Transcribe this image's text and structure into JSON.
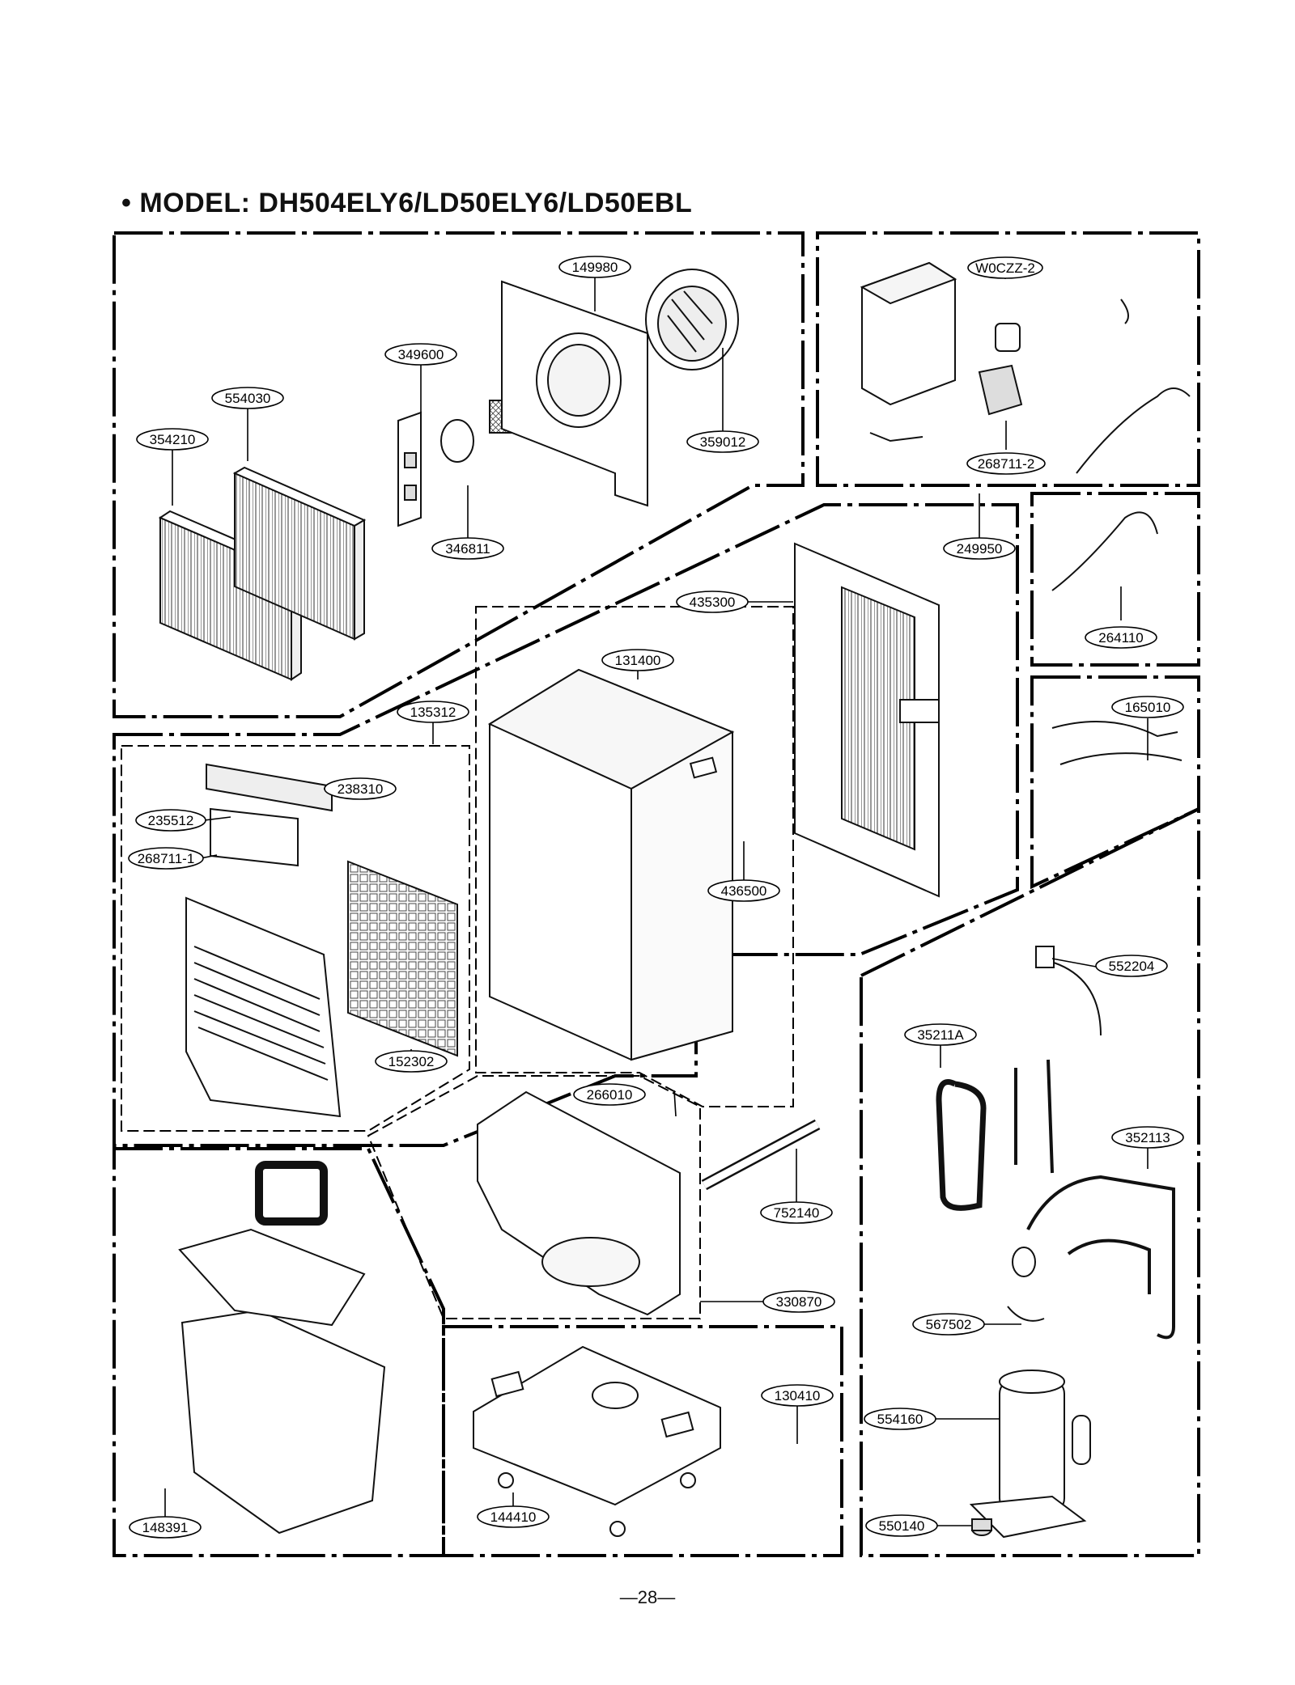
{
  "title": "• MODEL: DH504ELY6/LD50ELY6/LD50EBL",
  "page_number": "—28—",
  "parts": {
    "p149980": "149980",
    "p349600": "349600",
    "p554030": "554030",
    "p354210": "354210",
    "p359012": "359012",
    "p346811": "346811",
    "pW0CZZ2": "W0CZZ-2",
    "p268711_2": "268711-2",
    "p249950": "249950",
    "p435300": "435300",
    "p131400": "131400",
    "p264110": "264110",
    "p165010": "165010",
    "p135312": "135312",
    "p238310": "238310",
    "p235512": "235512",
    "p268711_1": "268711-1",
    "p436500": "436500",
    "p552204": "552204",
    "p35211A": "35211A",
    "p152302": "152302",
    "p266010": "266010",
    "p352113": "352113",
    "p752140": "752140",
    "p330870": "330870",
    "p567502": "567502",
    "p130410": "130410",
    "p554160": "554160",
    "p148391": "148391",
    "p144410": "144410",
    "p550140": "550140"
  }
}
